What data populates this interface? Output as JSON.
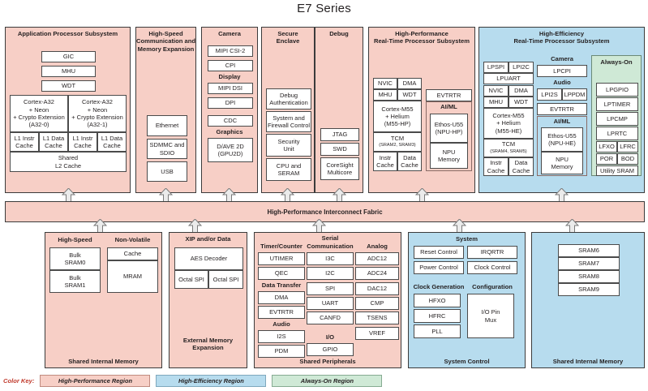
{
  "title": "E7 Series",
  "fabric": {
    "label": "High-Performance Interconnect Fabric"
  },
  "color_key": {
    "label": "Color Key:",
    "chips": [
      {
        "name": "High-Performance Region",
        "color": "#f7cfc6"
      },
      {
        "name": "High-Efficiency Region",
        "color": "#b7dcee"
      },
      {
        "name": "Always-On Region",
        "color": "#cfe9d6"
      }
    ]
  },
  "app_proc": {
    "header": "Application Processor Subsystem",
    "top_cells": [
      "GIC",
      "MHU",
      "WDT"
    ],
    "cores": [
      {
        "name": "Cortex-A32\n+ Neon\n+ Crypto Extension\n(A32-0)",
        "caches": [
          "L1 Instr\nCache",
          "L1 Data\nCache"
        ]
      },
      {
        "name": "Cortex-A32\n+ Neon\n+ Crypto Extension\n(A32-1)",
        "caches": [
          "L1 Instr\nCache",
          "L1 Data\nCache"
        ]
      }
    ],
    "shared": "Shared\nL2 Cache"
  },
  "highspeed_comm": {
    "header": "High-Speed\nCommunication and\nMemory Expansion",
    "cells": [
      "Ethernet",
      "SDMMC and\nSDIO",
      "USB"
    ]
  },
  "camera_block": {
    "header": "Camera",
    "camera_cells": [
      "MIPI CSI-2",
      "CPI"
    ],
    "display_label": "Display",
    "display_cells": [
      "MIPI DSI",
      "DPI",
      "CDC"
    ],
    "graphics_label": "Graphics",
    "graphics_cells": [
      "D/AVE 2D\n(GPU2D)"
    ]
  },
  "secure_enclave": {
    "header": "Secure\nEnclave",
    "cells": [
      "Debug\nAuthentication",
      "System and\nFirewall Control",
      "Security\nUnit",
      "CPU and\nSERAM"
    ]
  },
  "debug": {
    "header": "Debug",
    "cells": [
      "JTAG",
      "SWD",
      "CoreSight\nMulticore"
    ]
  },
  "hp_rt": {
    "header": "High-Performance\nReal-Time Processor Subsystem",
    "small_cells": [
      "NVIC",
      "DMA",
      "MHU",
      "WDT"
    ],
    "core": "Cortex-M55\n+ Helium\n(M55-HP)",
    "tcm_label": "TCM",
    "tcm_sub": "(SRAM2, SRAM3)",
    "caches": [
      "Instr\nCache",
      "Data\nCache"
    ],
    "evtrtr": "EVTRTR",
    "aiml_label": "AI/ML",
    "aiml_cells": [
      "Ethos-U55\n(NPU-HP)",
      "NPU\nMemory"
    ]
  },
  "he_rt": {
    "header": "High-Efficiency\nReal-Time Processor Subsystem",
    "lp_cells": [
      "LPSPI",
      "LPI2C"
    ],
    "lpuart": "LPUART",
    "small_cells": [
      "NVIC",
      "DMA",
      "MHU",
      "WDT"
    ],
    "core": "Cortex-M55\n+ Helium\n(M55-HE)",
    "tcm_label": "TCM",
    "tcm_sub": "(SRAM4, SRAM5)",
    "caches": [
      "Instr\nCache",
      "Data\nCache"
    ],
    "camera_label": "Camera",
    "camera_cells": [
      "LPCPI"
    ],
    "audio_label": "Audio",
    "audio_cells": [
      "LPI2S",
      "LPPDM"
    ],
    "evtrtr": "EVTRTR",
    "aiml_label": "AI/ML",
    "aiml_cells": [
      "Ethos-U55\n(NPU-HE)",
      "NPU\nMemory"
    ],
    "always_on": {
      "header": "Always-On",
      "cells": [
        "LPGPIO",
        "LPTIMER",
        "LPCMP",
        "LPRTC"
      ],
      "pair_cells": [
        "LFXO",
        "LFRC",
        "POR",
        "BOD"
      ],
      "last_cell": "Utility SRAM"
    }
  },
  "shared_internal_memory_left": {
    "footer": "Shared Internal Memory",
    "groups": [
      {
        "label": "High-Speed",
        "cells": [
          "Bulk\nSRAM0",
          "Bulk\nSRAM1"
        ]
      },
      {
        "label": "Non-Volatile",
        "cells": [
          "Cache",
          "MRAM"
        ]
      }
    ]
  },
  "ext_mem": {
    "header": "XIP and/or Data",
    "footer": "External Memory\nExpansion",
    "aes": "AES Decoder",
    "spi_cells": [
      "Octal SPI",
      "Octal SPI"
    ]
  },
  "shared_periph": {
    "footer": "Shared Peripherals",
    "columns": [
      {
        "groups": [
          {
            "label": "Timer/Counter",
            "cells": [
              "UTIMER",
              "QEC"
            ]
          },
          {
            "label": "Data Transfer",
            "cells": [
              "DMA",
              "EVTRTR"
            ]
          },
          {
            "label": "Audio",
            "cells": [
              "I2S",
              "PDM"
            ]
          }
        ]
      },
      {
        "groups": [
          {
            "label": "Serial\nCommunication",
            "cells": [
              "I3C",
              "I2C",
              "SPI",
              "UART",
              "CANFD"
            ]
          },
          {
            "label": "I/O",
            "cells": [
              "GPIO"
            ]
          }
        ]
      },
      {
        "groups": [
          {
            "label": "Analog",
            "cells": [
              "ADC12",
              "ADC24",
              "DAC12",
              "CMP",
              "TSENS",
              "VREF"
            ]
          }
        ]
      }
    ]
  },
  "system_control": {
    "footer": "System Control",
    "system_label": "System",
    "system_cells": [
      "Reset Control",
      "IRQRTR",
      "Power Control",
      "Clock Control"
    ],
    "clockgen_label": "Clock Generation",
    "clockgen_cells": [
      "HFXO",
      "HFRC",
      "PLL"
    ],
    "config_label": "Configuration",
    "config_cell": "I/O Pin\nMux"
  },
  "shared_internal_memory_right": {
    "footer": "Shared Internal Memory",
    "cells": [
      "SRAM6",
      "SRAM7",
      "SRAM8",
      "SRAM9"
    ]
  }
}
